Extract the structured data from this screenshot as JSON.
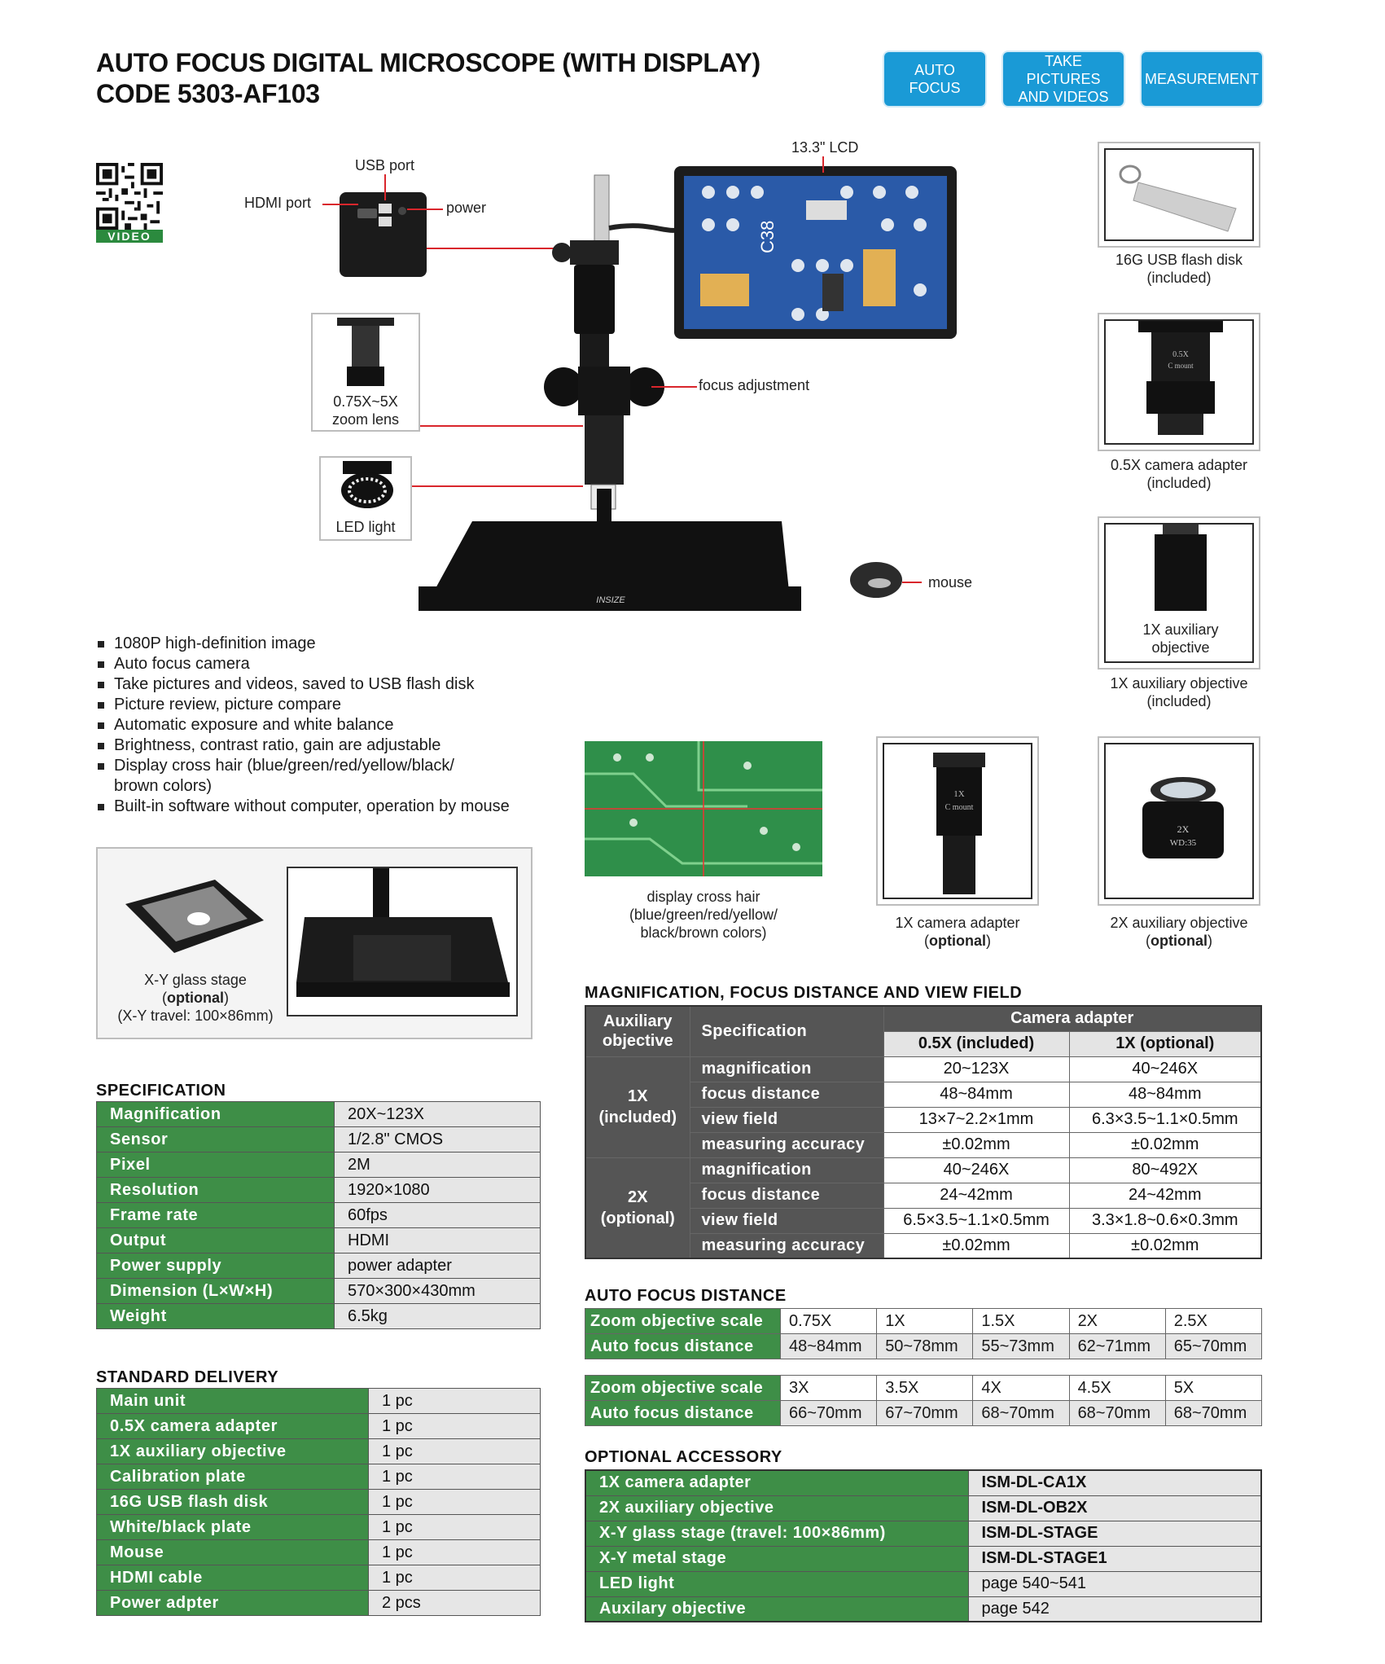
{
  "header": {
    "title_line1": "AUTO FOCUS DIGITAL MICROSCOPE (WITH DISPLAY)",
    "title_line2": "CODE 5303-AF103",
    "badges": [
      "AUTO FOCUS",
      "TAKE PICTURES AND VIDEOS",
      "MEASUREMENT"
    ]
  },
  "qr": {
    "caption": "VIDEO"
  },
  "callouts": {
    "usb_port": "USB port",
    "hdmi_port": "HDMI port",
    "power": "power",
    "lcd": "13.3\" LCD",
    "focus_adjustment": "focus adjustment",
    "zoom_lens_1": "0.75X~5X",
    "zoom_lens_2": "zoom lens",
    "led_light": "LED light",
    "mouse": "mouse",
    "brand": "INSIZE",
    "lcd_label": "C38"
  },
  "accessories": {
    "usb_disk": [
      "16G USB flash disk",
      "(included)"
    ],
    "camera_adapter_05": [
      "0.5X camera adapter",
      "(included)"
    ],
    "aux_obj_inbox": [
      "1X auxiliary",
      "objective"
    ],
    "aux_obj_1x": [
      "1X auxiliary objective",
      "(included)"
    ],
    "cross_hair": [
      "display cross hair",
      "(blue/green/red/yellow/",
      "black/brown colors)"
    ],
    "camera_adapter_1x": [
      "1X camera adapter",
      "optional"
    ],
    "aux_obj_2x": [
      "2X auxiliary objective",
      "optional"
    ],
    "xy_stage": [
      "X-Y glass stage",
      "optional",
      "(X-Y travel: 100×86mm)"
    ],
    "lens_text": {
      "a": "0.5X",
      "b": "C mount",
      "c": "1X",
      "d": "C mount",
      "e": "2X",
      "f": "WD:35"
    }
  },
  "features": [
    "1080P high-definition image",
    "Auto focus camera",
    "Take pictures and videos, saved to USB flash disk",
    "Picture review, picture compare",
    "Automatic exposure and white balance",
    "Brightness, contrast ratio, gain are adjustable",
    "Display cross hair (blue/green/red/yellow/black/",
    "brown colors)",
    "Built-in software without computer, operation by mouse"
  ],
  "specification": {
    "heading": "SPECIFICATION",
    "rows": [
      {
        "k": "Magnification",
        "v": "20X~123X"
      },
      {
        "k": "Sensor",
        "v": "1/2.8\" CMOS"
      },
      {
        "k": "Pixel",
        "v": "2M"
      },
      {
        "k": "Resolution",
        "v": "1920×1080"
      },
      {
        "k": "Frame rate",
        "v": "60fps"
      },
      {
        "k": "Output",
        "v": "HDMI"
      },
      {
        "k": "Power supply",
        "v": "power adapter"
      },
      {
        "k": "Dimension (L×W×H)",
        "v": "570×300×430mm"
      },
      {
        "k": "Weight",
        "v": "6.5kg"
      }
    ]
  },
  "delivery": {
    "heading": "STANDARD DELIVERY",
    "rows": [
      {
        "k": "Main unit",
        "v": "1 pc"
      },
      {
        "k": "0.5X camera adapter",
        "v": "1 pc"
      },
      {
        "k": "1X auxiliary objective",
        "v": "1 pc"
      },
      {
        "k": "Calibration plate",
        "v": "1 pc"
      },
      {
        "k": "16G USB flash disk",
        "v": "1 pc"
      },
      {
        "k": "White/black plate",
        "v": "1 pc"
      },
      {
        "k": "Mouse",
        "v": "1 pc"
      },
      {
        "k": "HDMI cable",
        "v": "1 pc"
      },
      {
        "k": "Power adpter",
        "v": "2 pcs"
      }
    ]
  },
  "magnification": {
    "heading": "MAGNIFICATION, FOCUS DISTANCE AND VIEW FIELD",
    "h_aux": [
      "Auxiliary",
      "objective"
    ],
    "h_spec": "Specification",
    "h_cam": "Camera adapter",
    "h_c1": "0.5X (included)",
    "h_c2": "1X (optional)",
    "groups": [
      {
        "name": [
          "1X",
          "(included)"
        ],
        "rows": [
          [
            "magnification",
            "20~123X",
            "40~246X"
          ],
          [
            "focus distance",
            "48~84mm",
            "48~84mm"
          ],
          [
            "view field",
            "13×7~2.2×1mm",
            "6.3×3.5~1.1×0.5mm"
          ],
          [
            "measuring accuracy",
            "±0.02mm",
            "±0.02mm"
          ]
        ]
      },
      {
        "name": [
          "2X",
          "(optional)"
        ],
        "rows": [
          [
            "magnification",
            "40~246X",
            "80~492X"
          ],
          [
            "focus distance",
            "24~42mm",
            "24~42mm"
          ],
          [
            "view field",
            "6.5×3.5~1.1×0.5mm",
            "3.3×1.8~0.6×0.3mm"
          ],
          [
            "measuring accuracy",
            "±0.02mm",
            "±0.02mm"
          ]
        ]
      }
    ]
  },
  "autofocus": {
    "heading": "AUTO FOCUS DISTANCE",
    "k1": "Zoom objective scale",
    "k2": "Auto focus distance",
    "t1": {
      "scale": [
        "0.75X",
        "1X",
        "1.5X",
        "2X",
        "2.5X"
      ],
      "dist": [
        "48~84mm",
        "50~78mm",
        "55~73mm",
        "62~71mm",
        "65~70mm"
      ]
    },
    "t2": {
      "scale": [
        "3X",
        "3.5X",
        "4X",
        "4.5X",
        "5X"
      ],
      "dist": [
        "66~70mm",
        "67~70mm",
        "68~70mm",
        "68~70mm",
        "68~70mm"
      ]
    }
  },
  "optional": {
    "heading": "OPTIONAL ACCESSORY",
    "rows": [
      {
        "k": "1X camera adapter",
        "v": "ISM-DL-CA1X",
        "bold": true
      },
      {
        "k": "2X auxiliary objective",
        "v": "ISM-DL-OB2X",
        "bold": true
      },
      {
        "k": "X-Y glass stage (travel: 100×86mm)",
        "v": "ISM-DL-STAGE",
        "bold": true
      },
      {
        "k": "X-Y metal stage",
        "v": "ISM-DL-STAGE1",
        "bold": true
      },
      {
        "k": "LED light",
        "v": "page 540~541",
        "bold": false
      },
      {
        "k": "Auxilary objective",
        "v": "page 542",
        "bold": false
      }
    ]
  },
  "colors": {
    "green": "#3e8e47",
    "blue": "#1a9ad6",
    "grey": "#555555",
    "red": "#d9262c"
  }
}
